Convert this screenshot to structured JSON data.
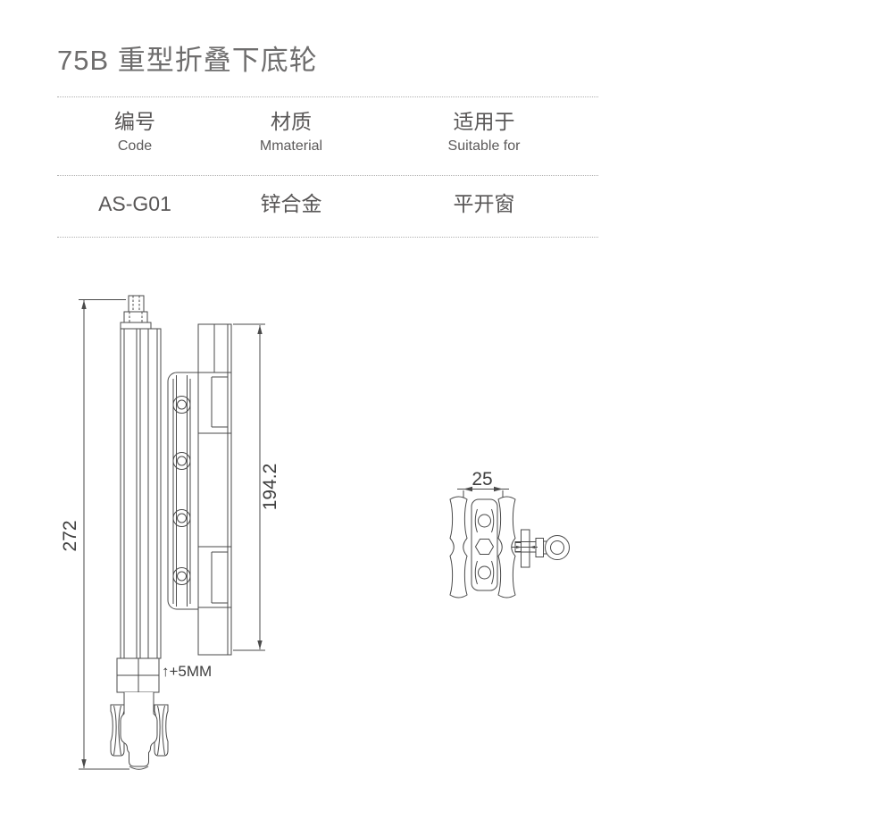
{
  "page": {
    "title": "75B 重型折叠下底轮"
  },
  "table": {
    "columns": [
      {
        "cn": "编号",
        "en": "Code"
      },
      {
        "cn": "材质",
        "en": "Mmaterial"
      },
      {
        "cn": "适用于",
        "en": "Suitable for"
      }
    ],
    "row": {
      "code": "AS-G01",
      "material": "锌合金",
      "suitable_for": "平开窗"
    }
  },
  "drawing": {
    "side_view": {
      "total_height": "272",
      "hinge_height": "194.2",
      "adjustment_label": "↑+5MM"
    },
    "top_view": {
      "track_width": "25"
    }
  },
  "colors": {
    "line": "#4a4a4a",
    "text": "#595757",
    "title": "#6e6d6d",
    "divider": "#b0b0b0",
    "background": "#ffffff"
  }
}
